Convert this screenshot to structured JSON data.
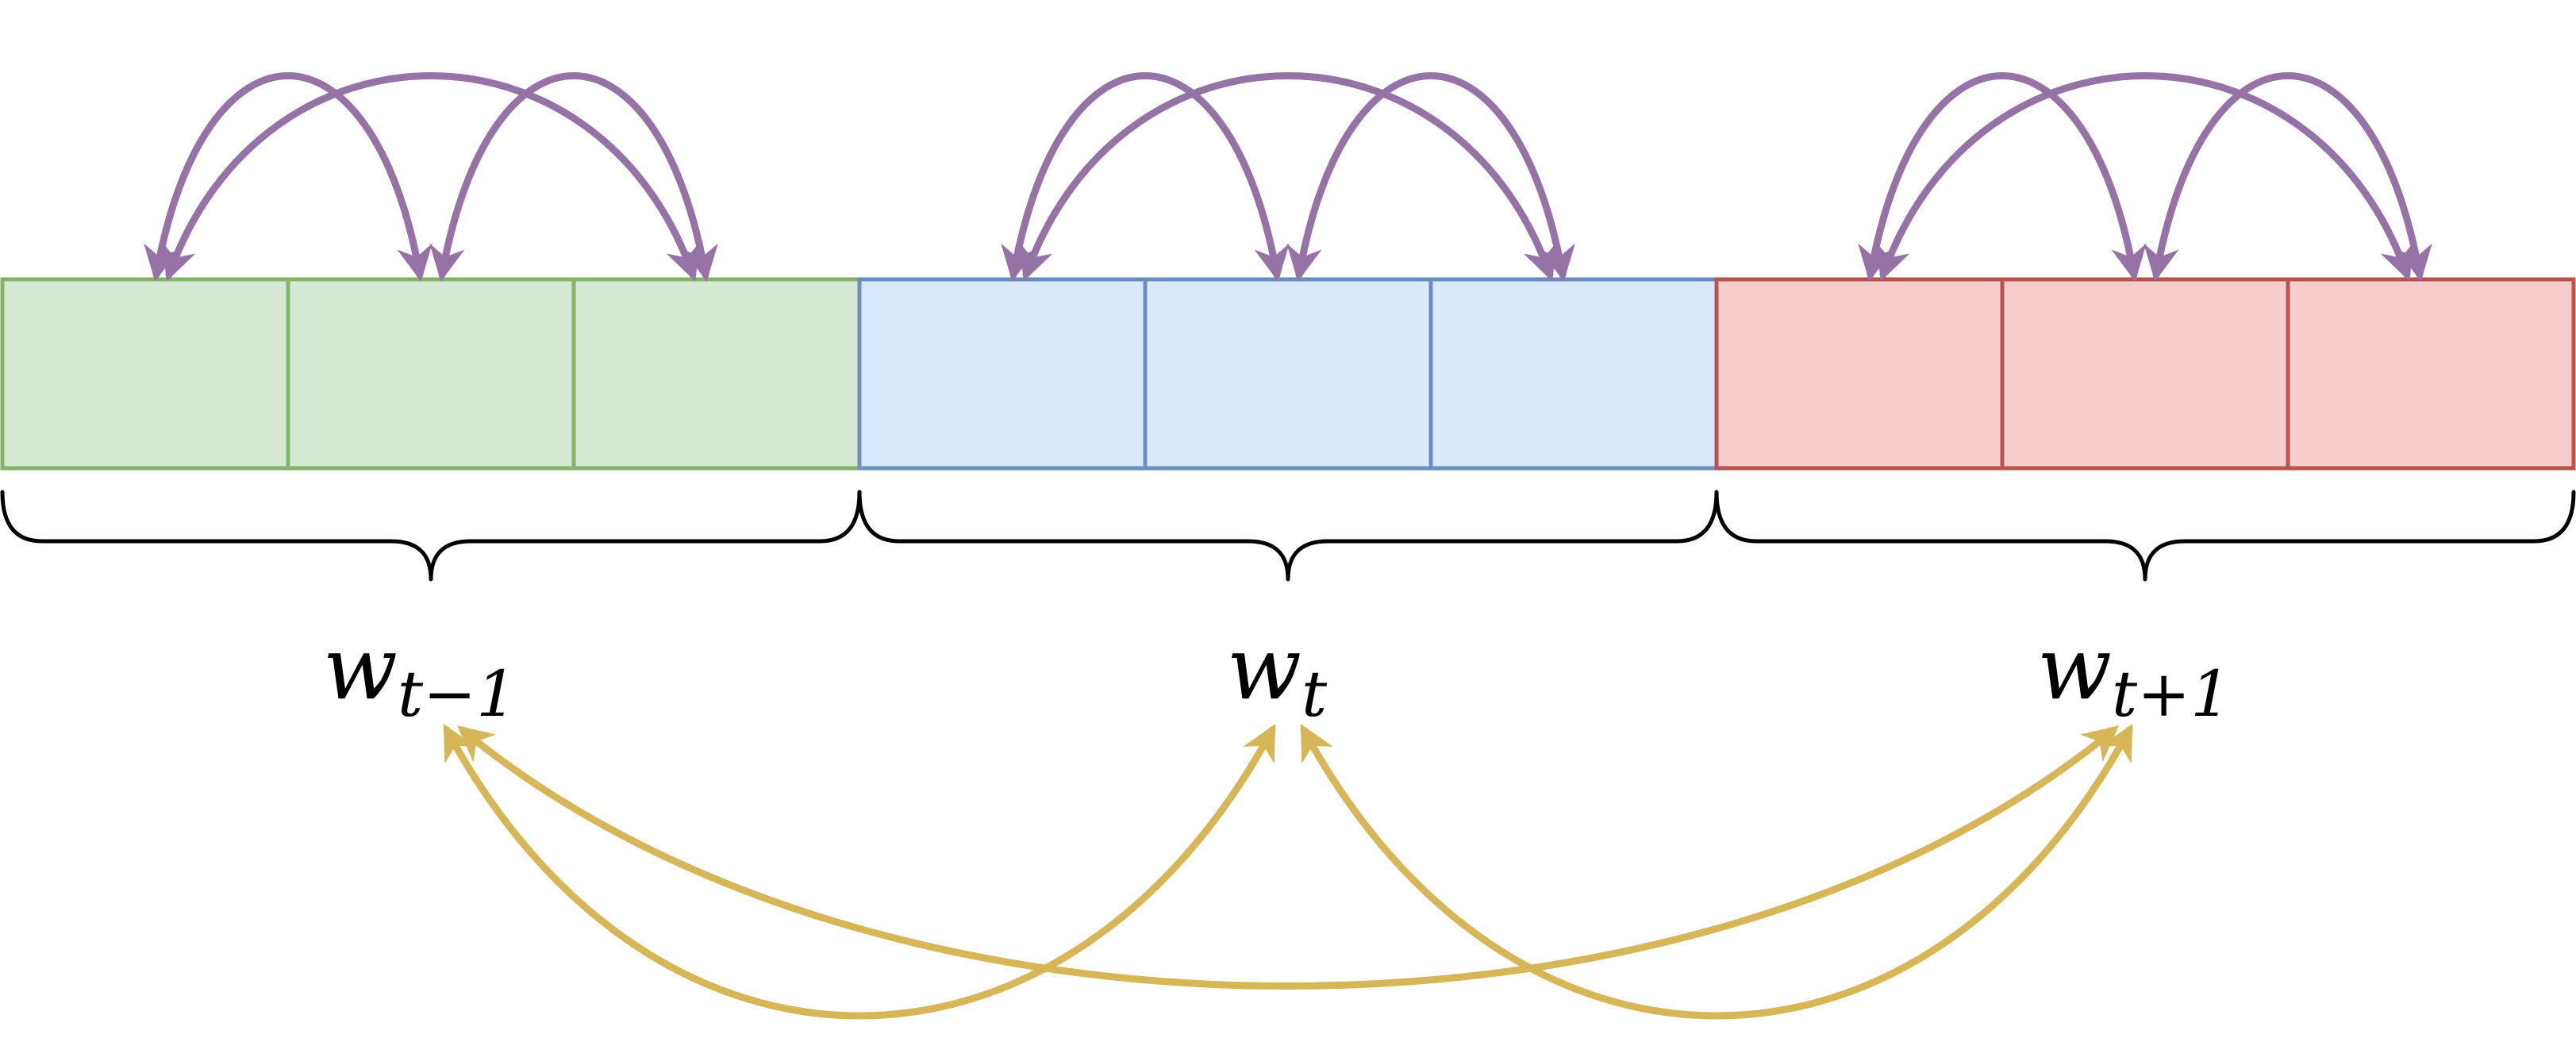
{
  "groups": [
    {
      "id": "prev",
      "label_main": "w",
      "label_sub": "t−1",
      "fill": "#d5e8d4",
      "stroke": "#82b366",
      "cells": 3
    },
    {
      "id": "curr",
      "label_main": "w",
      "label_sub": "t",
      "fill": "#dae8fc",
      "stroke": "#6c8ebf",
      "cells": 3
    },
    {
      "id": "next",
      "label_main": "w",
      "label_sub": "t+1",
      "fill": "#f8cecc",
      "stroke": "#b85450",
      "cells": 3
    }
  ],
  "colors": {
    "intra_arrow": "#9673a6",
    "inter_arrow": "#d6b656",
    "brace": "#000000"
  }
}
